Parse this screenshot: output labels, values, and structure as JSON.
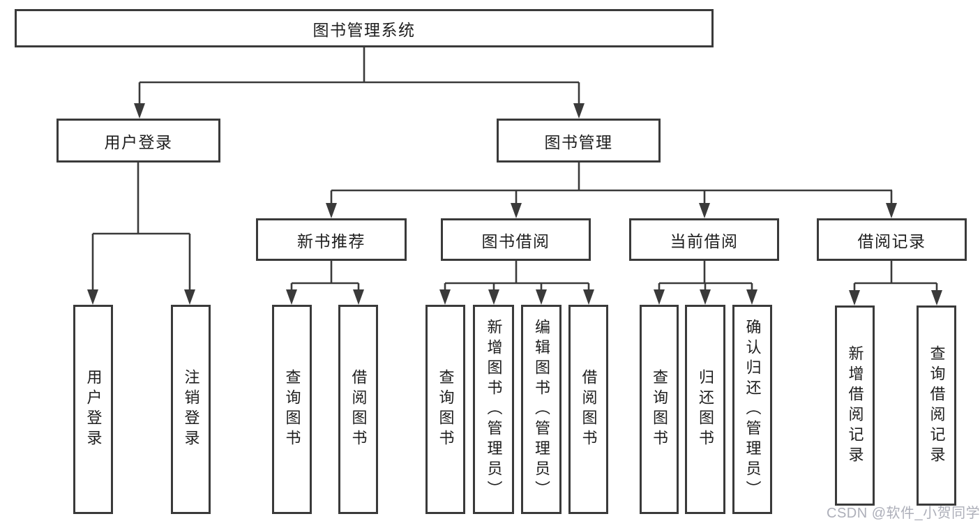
{
  "diagram_title": "图书管理系统",
  "tree": {
    "label": "图书管理系统",
    "children": [
      {
        "label": "用户登录",
        "children": [
          {
            "label": "用户登录"
          },
          {
            "label": "注销登录"
          }
        ]
      },
      {
        "label": "图书管理",
        "children": [
          {
            "label": "新书推荐",
            "children": [
              {
                "label": "查询图书"
              },
              {
                "label": "借阅图书"
              }
            ]
          },
          {
            "label": "图书借阅",
            "children": [
              {
                "label": "查询图书"
              },
              {
                "label": "新增图书（管理员）"
              },
              {
                "label": "编辑图书（管理员）"
              },
              {
                "label": "借阅图书"
              }
            ]
          },
          {
            "label": "当前借阅",
            "children": [
              {
                "label": "查询图书"
              },
              {
                "label": "归还图书"
              },
              {
                "label": "确认归还（管理员）"
              }
            ]
          },
          {
            "label": "借阅记录",
            "children": [
              {
                "label": "新增借阅记录"
              },
              {
                "label": "查询借阅记录"
              }
            ]
          }
        ]
      }
    ]
  },
  "watermark": "CSDN @软件_小贺同学",
  "colors": {
    "line": "#3a3a3a",
    "box_border": "#3a3a3a",
    "text": "#1e1e1e",
    "watermark": "#a9abb6",
    "background": "#ffffff"
  }
}
